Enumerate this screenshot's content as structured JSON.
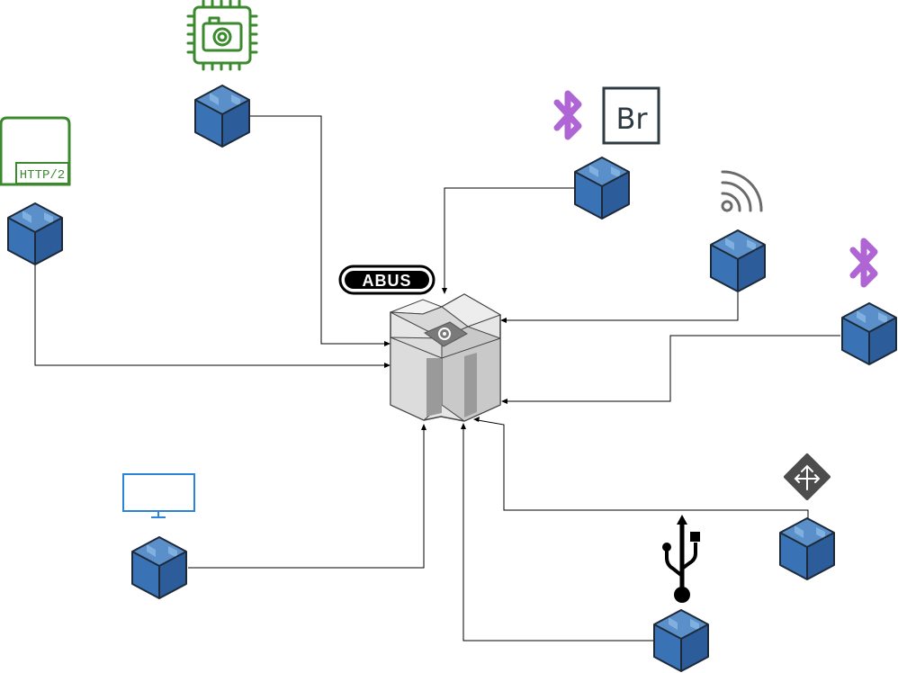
{
  "diagram": {
    "hub": {
      "logo_text": "ABUS"
    },
    "badges": {
      "http": "HTTP/2",
      "br": "Br"
    },
    "nodes": [
      "camera-node",
      "http2-node",
      "bluetooth-bridge-node",
      "wifi-node",
      "bluetooth-node",
      "display-node",
      "usb-node",
      "router-node"
    ]
  }
}
